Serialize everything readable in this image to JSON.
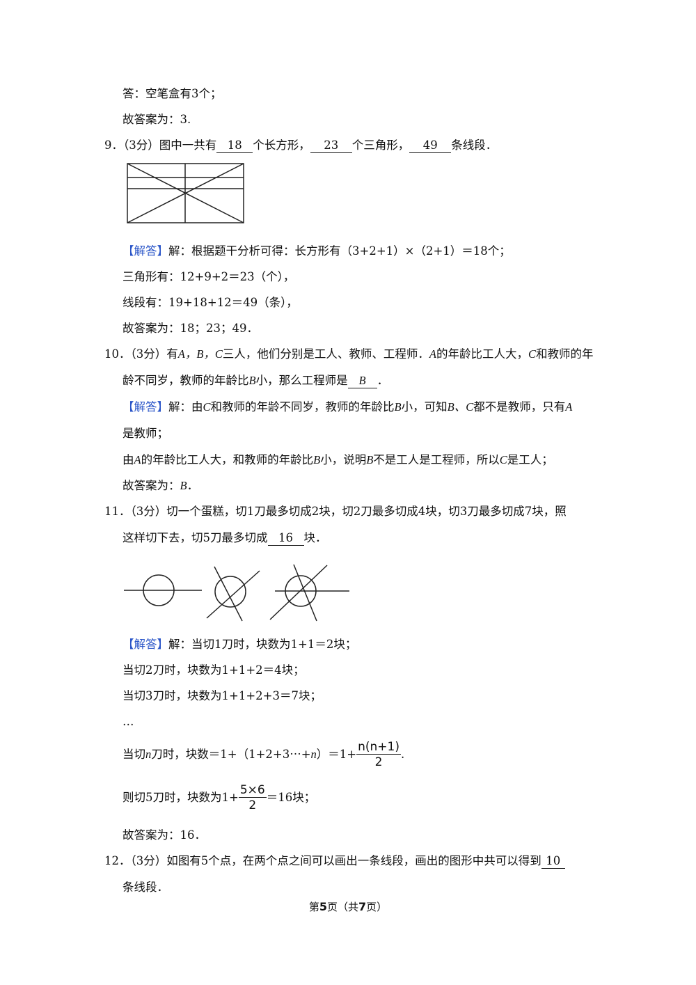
{
  "prev": {
    "answer_line": "答：空笔盒有3个；",
    "conclusion": "故答案为：3."
  },
  "q9": {
    "num": "9．",
    "score": "（3分）",
    "t1": "图中一共有",
    "a1": "18",
    "t2": "个长方形，",
    "a2": "23",
    "t3": "个三角形，",
    "a3": "49",
    "t4": "条线段．",
    "sol_tag": "【解答】",
    "sol1": "解：根据题干分析可得：长方形有（3+2+1）×（2+1）＝18个；",
    "sol2": "三角形有：12+9+2＝23（个），",
    "sol3": "线段有：19+18+12＝49（条），",
    "conclusion": "故答案为：18；23；49．"
  },
  "q10": {
    "num": "10．",
    "score": "（3分）",
    "l1a": "有",
    "l1b": "三人，他们分别是工人、教师、工程师．",
    "l1c": "的年龄比工人大，",
    "l1d": "和教师的年",
    "l2a": "龄不同岁，教师的年龄比",
    "l2b": "小，那么工程师是",
    "answer": "B",
    "l2c": "．",
    "sol_tag": "【解答】",
    "s1a": "解：由",
    "s1b": "和教师的年龄不同岁，教师的年龄比",
    "s1c": "小，可知",
    "s1d": "都不是教师，只有",
    "s2": "是教师；",
    "s3a": "由",
    "s3b": "的年龄比工人大，和教师的年龄比",
    "s3c": "小，说明",
    "s3d": "不是工人是工程师，所以",
    "s3e": "是工人；",
    "c1": "故答案为：",
    "c2": "．",
    "vars": {
      "A": "A",
      "B": "B",
      "C": "C",
      "ABC": "A，B，C",
      "BC": "B、C"
    }
  },
  "q11": {
    "num": "11．",
    "score": "（3分）",
    "l1": "切一个蛋糕，切1刀最多切成2块，切2刀最多切成4块，切3刀最多切成7块，照",
    "l2a": "这样切下去，切5刀最多切成",
    "answer": "16",
    "l2b": "块．",
    "sol_tag": "【解答】",
    "sol1": "解：当切1刀时，块数为1+1＝2块；",
    "sol2": "当切2刀时，块数为1+1+2＝4块；",
    "sol3": "当切3刀时，块数为1+1+2+3＝7块；",
    "ellipsis": "…",
    "g1": "当切",
    "g_n": "n",
    "g2": "刀时，块数＝1+（1+2+3⋯+",
    "g3": "）＝1+",
    "g_num": "n(n+1)",
    "g_den": "2",
    "g4": ".",
    "f1": "则切5刀时，块数为1+",
    "f_num": "5×6",
    "f_den": "2",
    "f2": "＝16块；",
    "conclusion": "故答案为：16．"
  },
  "q12": {
    "num": "12．",
    "score": "（3分）",
    "l1": "如图有5个点，在两个点之间可以画出一条线段，画出的图形中共可以得到",
    "answer": "10",
    "l2": "条线段．"
  },
  "footer": {
    "p1": "第",
    "page": "5",
    "p2": "页（共",
    "total": "7",
    "p3": "页）"
  }
}
